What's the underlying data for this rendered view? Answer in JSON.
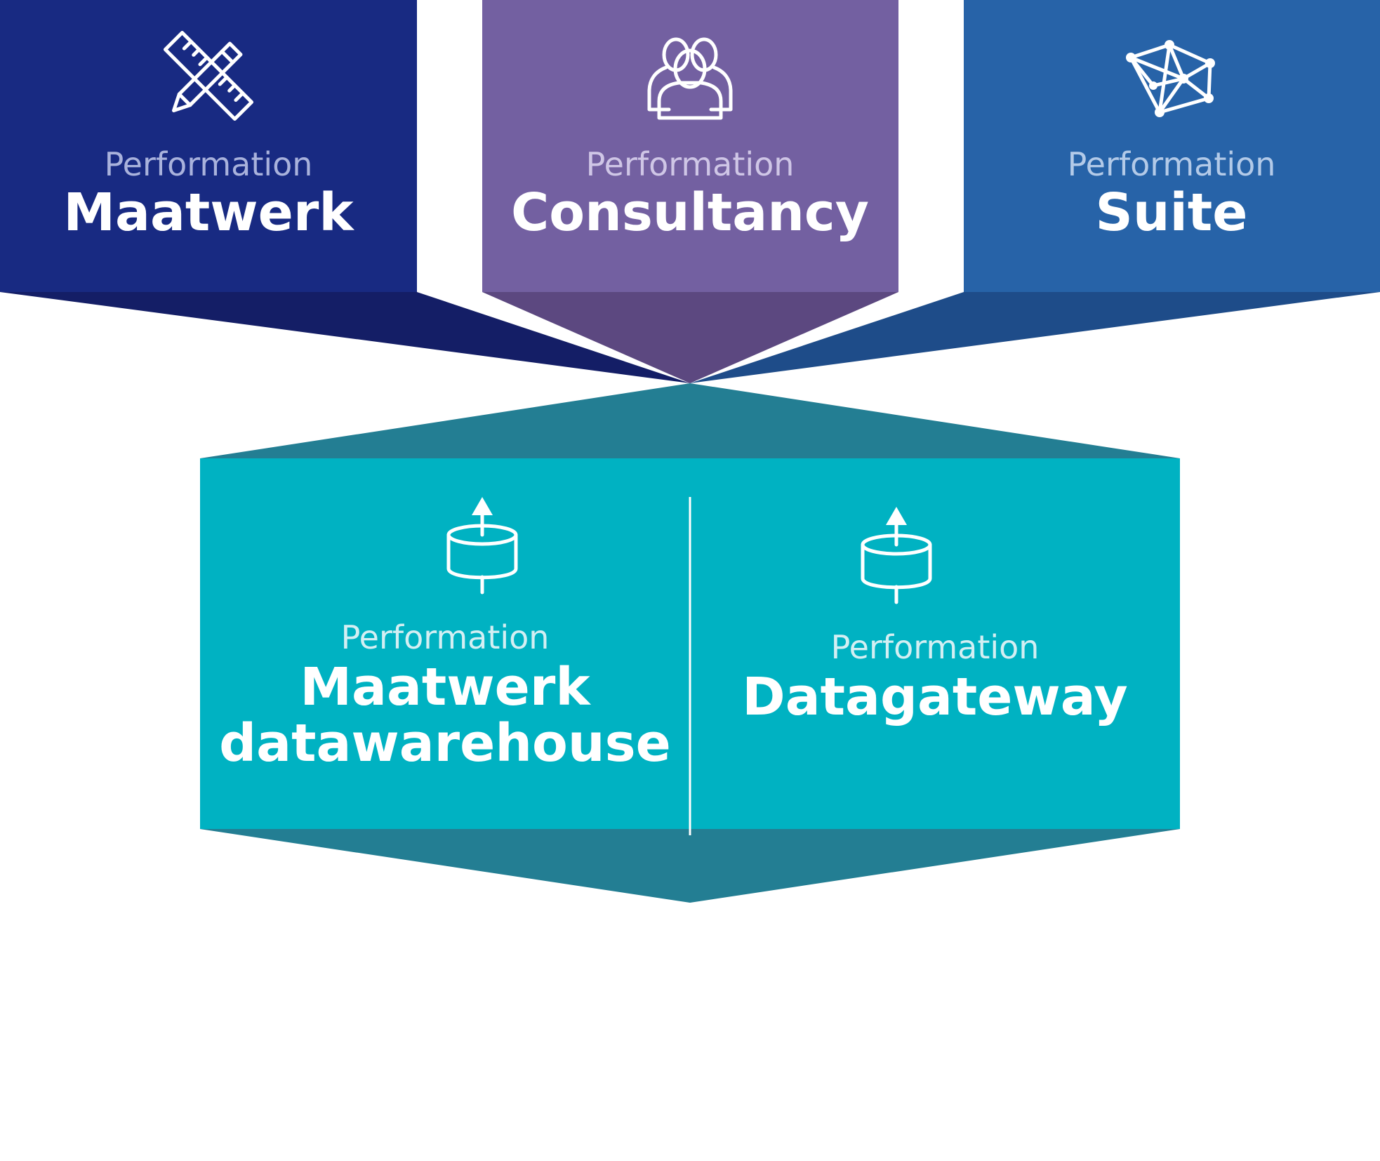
{
  "top_boxes": [
    {
      "prefix": "Performation",
      "title": "Maatwerk",
      "icon": "pencil-ruler-icon",
      "color": "#182a82",
      "wing_color": "#141e66",
      "prefix_color": "#a9b2dc"
    },
    {
      "prefix": "Performation",
      "title": "Consultancy",
      "icon": "users-icon",
      "color": "#7360a1",
      "wing_color": "#5c4880",
      "prefix_color": "#cfc6e6"
    },
    {
      "prefix": "Performation",
      "title": "Suite",
      "icon": "network-icon",
      "color": "#2763a8",
      "wing_color": "#1e4c89",
      "prefix_color": "#b3cae8"
    }
  ],
  "bottom_panel": {
    "color": "#00b2c2",
    "cap_color": "#237e93",
    "divider_color": "#ffffff",
    "prefix_color": "#d3eff3",
    "sections": [
      {
        "prefix": "Performation",
        "title_lines": [
          "Maatwerk",
          "datawarehouse"
        ],
        "icon": "database-upload-icon"
      },
      {
        "prefix": "Performation",
        "title_lines": [
          "Datagateway"
        ],
        "icon": "database-upload-icon"
      }
    ]
  }
}
